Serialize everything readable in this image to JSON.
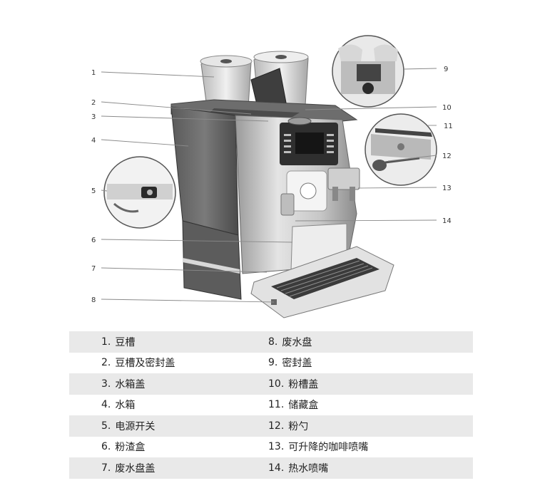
{
  "callouts": [
    "1",
    "2",
    "3",
    "4",
    "5",
    "6",
    "7",
    "8",
    "9",
    "10",
    "11",
    "12",
    "13",
    "14"
  ],
  "legend": [
    {
      "left": {
        "num": "1.",
        "label": "豆槽"
      },
      "right": {
        "num": "8.",
        "label": "废水盘"
      }
    },
    {
      "left": {
        "num": "2.",
        "label": "豆槽及密封盖"
      },
      "right": {
        "num": "9.",
        "label": "密封盖"
      }
    },
    {
      "left": {
        "num": "3.",
        "label": "水箱盖"
      },
      "right": {
        "num": "10.",
        "label": "粉槽盖"
      }
    },
    {
      "left": {
        "num": "4.",
        "label": "水箱"
      },
      "right": {
        "num": "11.",
        "label": "储藏盒"
      }
    },
    {
      "left": {
        "num": "5.",
        "label": "电源开关"
      },
      "right": {
        "num": "12.",
        "label": "粉勺"
      }
    },
    {
      "left": {
        "num": "6.",
        "label": "粉渣盒"
      },
      "right": {
        "num": "13.",
        "label": "可升降的咖啡喷嘴"
      }
    },
    {
      "left": {
        "num": "7.",
        "label": "废水盘盖"
      },
      "right": {
        "num": "14.",
        "label": "热水喷嘴"
      }
    }
  ]
}
